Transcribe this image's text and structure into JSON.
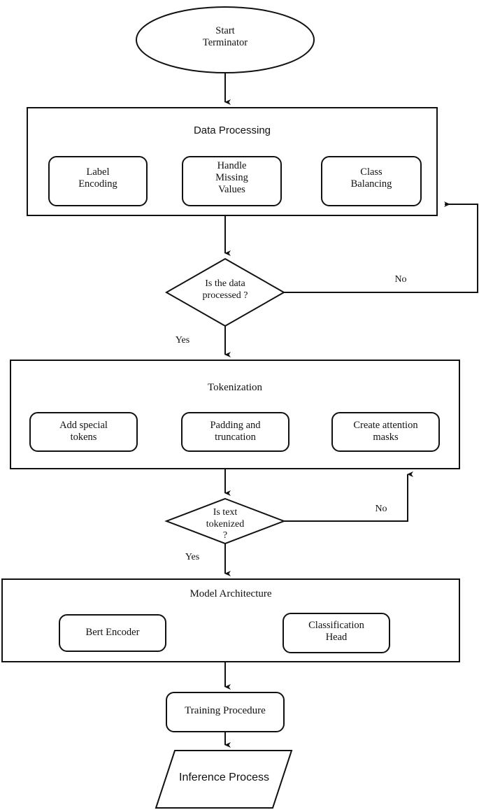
{
  "diagram": {
    "title": "BERT text classification pipeline flowchart",
    "type": "flowchart",
    "stroke_color": "#111111",
    "fill_color": "#ffffff",
    "background": "#ffffff"
  },
  "start": {
    "shape": "ellipse",
    "line1": "Start",
    "line2": "Terminator"
  },
  "data_processing": {
    "title": "Data Processing",
    "steps": [
      {
        "line1": "Label",
        "line2": "Encoding"
      },
      {
        "line1": "Handle",
        "line2": "Missing",
        "line3": "Values"
      },
      {
        "line1": "Class",
        "line2": "Balancing"
      }
    ]
  },
  "decision_data": {
    "shape": "diamond",
    "line1": "Is the data",
    "line2": "processed ?",
    "yes_label": "Yes",
    "no_label": "No"
  },
  "tokenization": {
    "title": "Tokenization",
    "steps": [
      {
        "line1": "Add special",
        "line2": "tokens"
      },
      {
        "line1": "Padding and",
        "line2": "truncation"
      },
      {
        "line1": "Create attention",
        "line2": "masks"
      }
    ]
  },
  "decision_token": {
    "shape": "diamond",
    "line1": "Is text",
    "line2": "tokenized",
    "line3": "?",
    "yes_label": "Yes",
    "no_label": "No"
  },
  "model_architecture": {
    "title": "Model Architecture",
    "steps": [
      {
        "line1": "Bert Encoder"
      },
      {
        "line1": "Classification",
        "line2": "Head"
      }
    ]
  },
  "training": {
    "shape": "rounded-rectangle",
    "label": "Training Procedure"
  },
  "inference": {
    "shape": "parallelogram",
    "label": "Inference Process"
  }
}
